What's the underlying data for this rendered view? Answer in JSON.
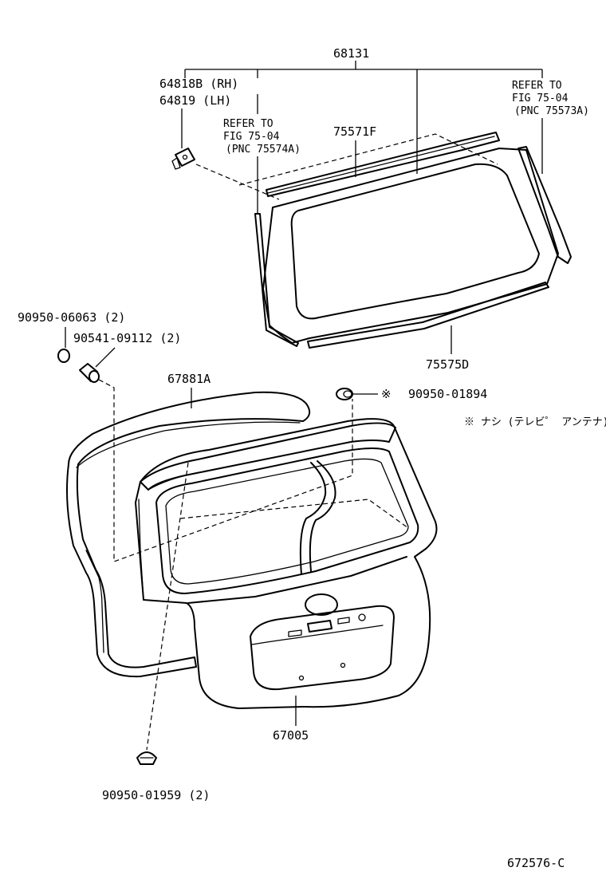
{
  "labels": {
    "p68131": "68131",
    "p64818b": "64818B (RH)",
    "p64819": "64819  (LH)",
    "refer_left_1": "REFER TO",
    "refer_left_2": "FIG 75-04",
    "refer_left_3": "(PNC 75574A)",
    "refer_right_1": "REFER TO",
    "refer_right_2": "FIG 75-04",
    "refer_right_3": "(PNC 75573A)",
    "p75571f": "75571F",
    "p75575d": "75575D",
    "p90950_06063": "90950-06063 (2)",
    "p90541_09112": "90541-09112 (2)",
    "p67881a": "67881A",
    "p90950_01894": "90950-01894",
    "mark_symbol": "※",
    "note": "※ ナシ (テレビ゜ アンテナ)",
    "p67005": "67005",
    "p90950_01959": "90950-01959 (2)",
    "figure_code": "672576-C"
  }
}
